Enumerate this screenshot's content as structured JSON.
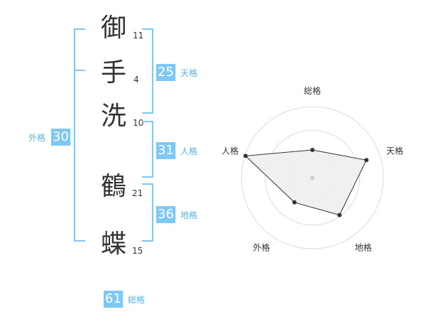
{
  "characters": [
    {
      "char": "御",
      "strokes": "11"
    },
    {
      "char": "手",
      "strokes": "4"
    },
    {
      "char": "洗",
      "strokes": "10"
    },
    {
      "char": "鶴",
      "strokes": "21"
    },
    {
      "char": "蝶",
      "strokes": "15"
    }
  ],
  "kakusu": {
    "tenkaku": {
      "value": "25",
      "label": "天格"
    },
    "jinkaku": {
      "value": "31",
      "label": "人格"
    },
    "chikaku": {
      "value": "36",
      "label": "地格"
    },
    "gaikaku": {
      "value": "30",
      "label": "外格"
    },
    "soukaku": {
      "value": "61",
      "label": "総格"
    }
  },
  "chart_data": {
    "type": "radar",
    "axes": [
      "総格",
      "天格",
      "地格",
      "外格",
      "人格"
    ],
    "values": [
      0.39,
      0.8,
      0.65,
      0.43,
      0.99
    ],
    "range": [
      0,
      1
    ],
    "rings": 3,
    "colors": {
      "fill": "#ededed",
      "line": "#333333",
      "ring": "#dddddd",
      "center": "#cccccc"
    }
  }
}
